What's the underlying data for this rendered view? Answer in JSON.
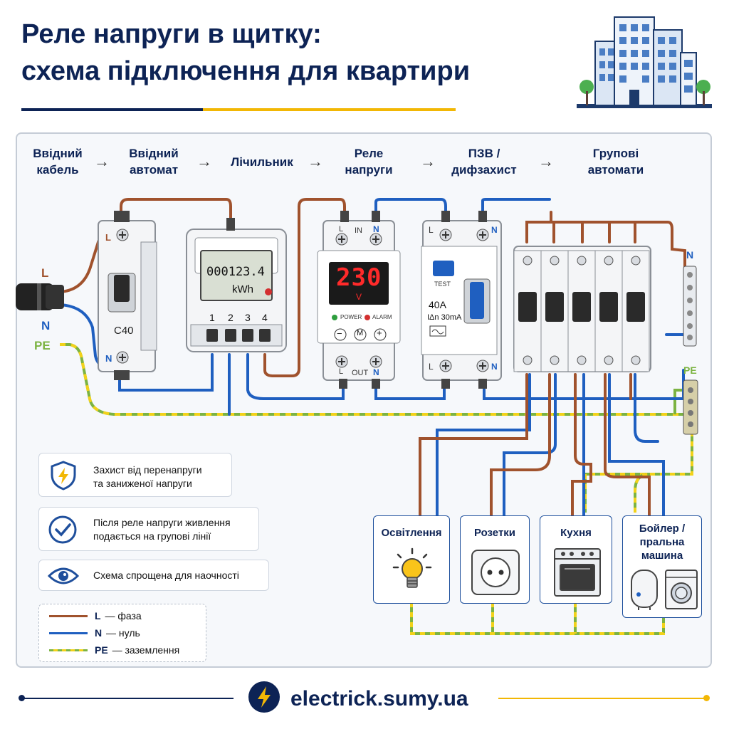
{
  "title": {
    "line1": "Реле напруги в щитку:",
    "line2": "схема підключення для квартири"
  },
  "steps": [
    {
      "line1": "Ввідний",
      "line2": "кабель"
    },
    {
      "line1": "Ввідний",
      "line2": "автомат"
    },
    {
      "line1": "Лічильник",
      "line2": ""
    },
    {
      "line1": "Реле",
      "line2": "напруги"
    },
    {
      "line1": "ПЗВ /",
      "line2": "дифзахист"
    },
    {
      "line1": "Групові",
      "line2": "автомати"
    }
  ],
  "wire_labels": {
    "l": "L",
    "n": "N",
    "pe": "PE"
  },
  "breaker": {
    "rating": "C40",
    "top_term": "L",
    "bottom_term": "N"
  },
  "meter": {
    "reading": "000123.4",
    "unit": "kWh",
    "terminals": [
      "1",
      "2",
      "3",
      "4"
    ]
  },
  "relay": {
    "display": "230",
    "unit": "V",
    "top_l": "L",
    "top_in": "IN",
    "top_n": "N",
    "power": "POWER",
    "alarm": "ALARM",
    "btn_minus": "−",
    "btn_m": "M",
    "btn_plus": "+",
    "bottom_l": "L",
    "bottom_out": "OUT",
    "bottom_n": "N"
  },
  "rcd": {
    "test": "TEST",
    "rating": "40A",
    "leak": "IΔn 30mA",
    "top_l": "L",
    "top_n": "N",
    "bottom_l": "L",
    "bottom_n": "N"
  },
  "bus": {
    "n": "N",
    "pe": "PE"
  },
  "info": [
    {
      "line1": "Захист від перенапруги",
      "line2": "та заниженої напруги",
      "icon": "shield-bolt-icon"
    },
    {
      "line1": "Після реле напруги живлення",
      "line2": "подається на групові лінії",
      "icon": "check-circle-icon"
    },
    {
      "line1": "Схема спрощена для наочності",
      "line2": "",
      "icon": "eye-icon"
    }
  ],
  "loads": [
    {
      "line1": "Освітлення",
      "line2": "",
      "line3": "",
      "icon": "light-bulb-icon"
    },
    {
      "line1": "Розетки",
      "line2": "",
      "line3": "",
      "icon": "socket-icon"
    },
    {
      "line1": "Кухня",
      "line2": "",
      "line3": "",
      "icon": "oven-icon"
    },
    {
      "line1": "Бойлер /",
      "line2": "пральна",
      "line3": "машина",
      "icon": "boiler-washer-icon"
    }
  ],
  "legend": [
    {
      "key": "L",
      "text": "— фаза",
      "color": "#a0522d"
    },
    {
      "key": "N",
      "text": "— нуль",
      "color": "#1f5fc0"
    },
    {
      "key": "PE",
      "text": "— заземлення",
      "color": "#7cb342"
    }
  ],
  "footer": {
    "site": "electrick.sumy.ua"
  },
  "colors": {
    "navy": "#0d2355",
    "accent": "#f2b705",
    "phase": "#a0522d",
    "neutral": "#1f5fc0",
    "pe_green": "#7cb342",
    "pe_yellow": "#f2d21a"
  }
}
